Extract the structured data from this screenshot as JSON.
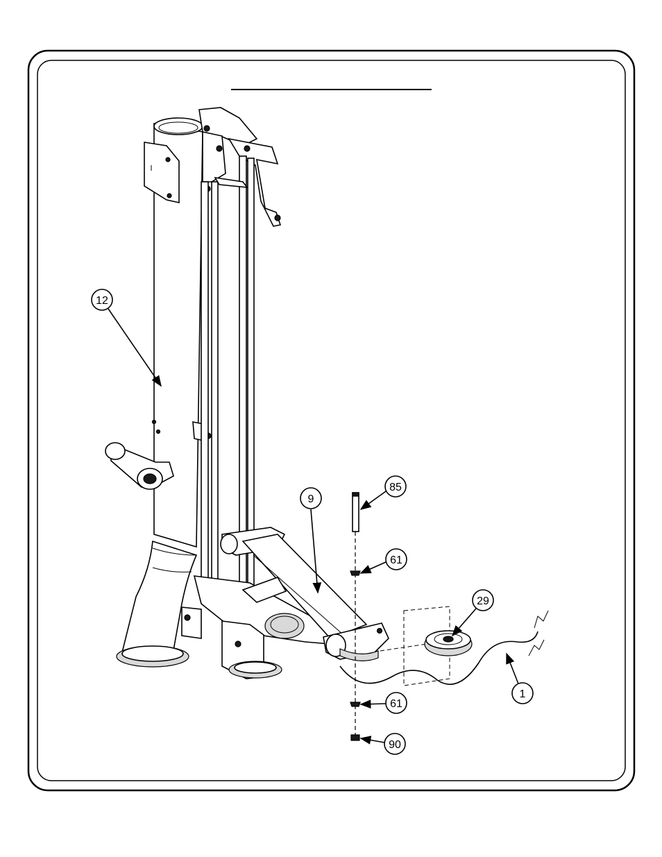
{
  "diagram": {
    "title": "",
    "callouts": [
      {
        "id": "callout-12",
        "label": "12"
      },
      {
        "id": "callout-9",
        "label": "9"
      },
      {
        "id": "callout-85",
        "label": "85"
      },
      {
        "id": "callout-61-top",
        "label": "61"
      },
      {
        "id": "callout-29",
        "label": "29"
      },
      {
        "id": "callout-1",
        "label": "1"
      },
      {
        "id": "callout-61-bottom",
        "label": "61"
      },
      {
        "id": "callout-90",
        "label": "90"
      }
    ]
  },
  "colors": {
    "line": "#000000",
    "background": "#ffffff",
    "fill_dark": "#1a1a1a",
    "fill_light": "#d9d9d9"
  }
}
